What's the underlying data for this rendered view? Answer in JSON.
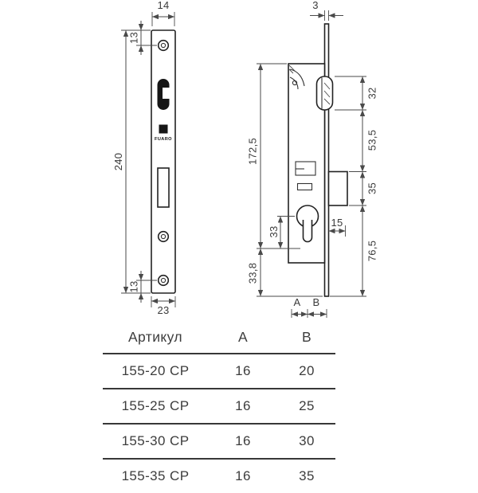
{
  "front_view": {
    "brand": "FUARO",
    "dims": {
      "width_top": "14",
      "offset_top": "13",
      "height": "240",
      "offset_bottom": "13",
      "width_bottom": "23"
    }
  },
  "side_view": {
    "dims": {
      "plate_thickness": "3",
      "top_to_cylinder": "172,5",
      "cylinder_zone": "33",
      "below_cylinder": "33,8",
      "roller_height": "32",
      "roller_to_bolt": "53,5",
      "bolt_height": "35",
      "bolt_to_bottom": "76,5",
      "cylinder_to_edge": "15"
    },
    "labels": {
      "a": "A",
      "b": "B"
    }
  },
  "table": {
    "headers": [
      "Артикул",
      "A",
      "B"
    ],
    "rows": [
      {
        "article": "155-20 CP",
        "a": "16",
        "b": "20"
      },
      {
        "article": "155-25 CP",
        "a": "16",
        "b": "25"
      },
      {
        "article": "155-30 CP",
        "a": "16",
        "b": "30"
      },
      {
        "article": "155-35 CP",
        "a": "16",
        "b": "35"
      }
    ]
  },
  "colors": {
    "ink": "#222222",
    "dim_line": "#4a4a4a",
    "text": "#3a3a3a"
  }
}
